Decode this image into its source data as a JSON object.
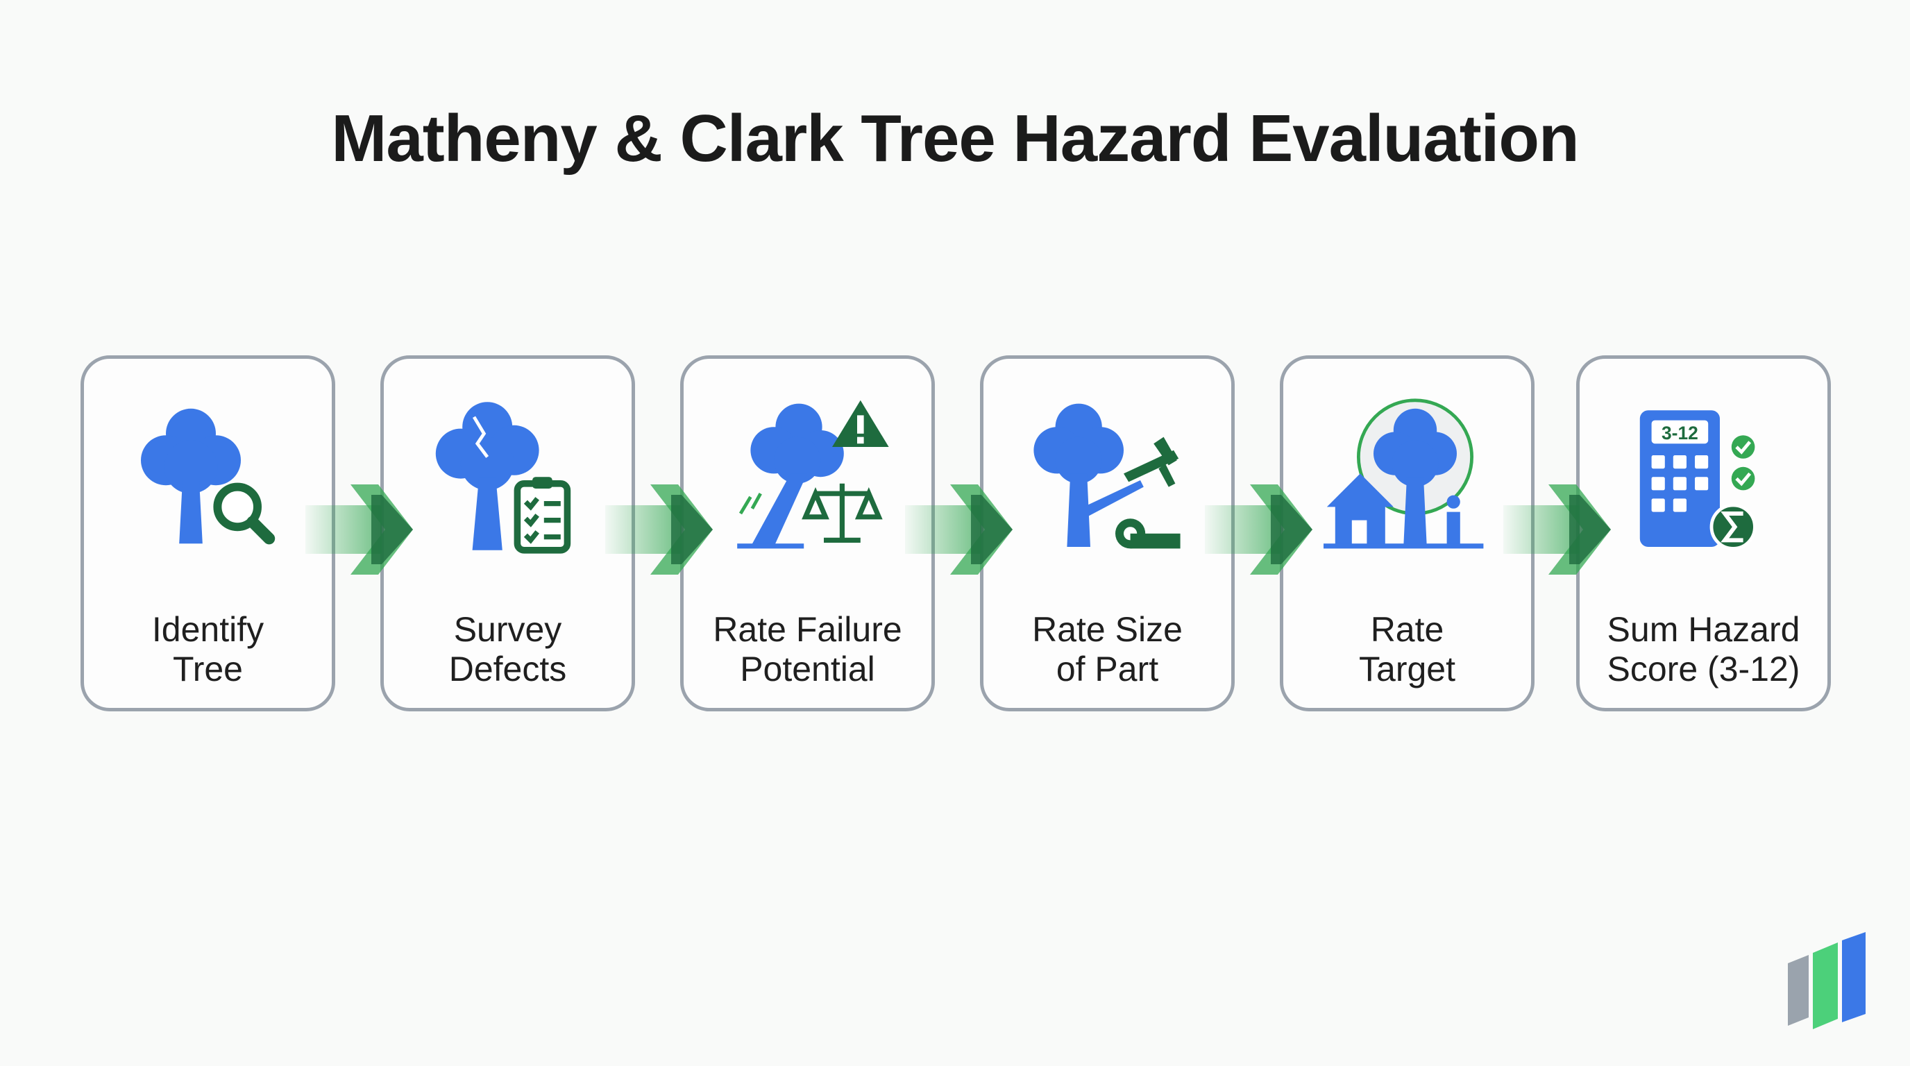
{
  "title": "Matheny & Clark Tree Hazard Evaluation",
  "colors": {
    "blue": "#3b78e7",
    "dark_green": "#1e6b3e",
    "green": "#34a853",
    "border": "#9ba3ad"
  },
  "steps": [
    {
      "line1": "Identify",
      "line2": "Tree",
      "icon": "tree-magnifier-icon"
    },
    {
      "line1": "Survey",
      "line2": "Defects",
      "icon": "cracked-tree-checklist-icon"
    },
    {
      "line1": "Rate Failure",
      "line2": "Potential",
      "icon": "leaning-tree-warning-scale-icon"
    },
    {
      "line1": "Rate Size",
      "line2": "of Part",
      "icon": "tree-caliper-tape-icon"
    },
    {
      "line1": "Rate",
      "line2": "Target",
      "icon": "tree-house-person-icon"
    },
    {
      "line1": "Sum Hazard",
      "line2": "Score (3-12)",
      "icon": "calculator-sum-icon",
      "display": "3-12"
    }
  ]
}
